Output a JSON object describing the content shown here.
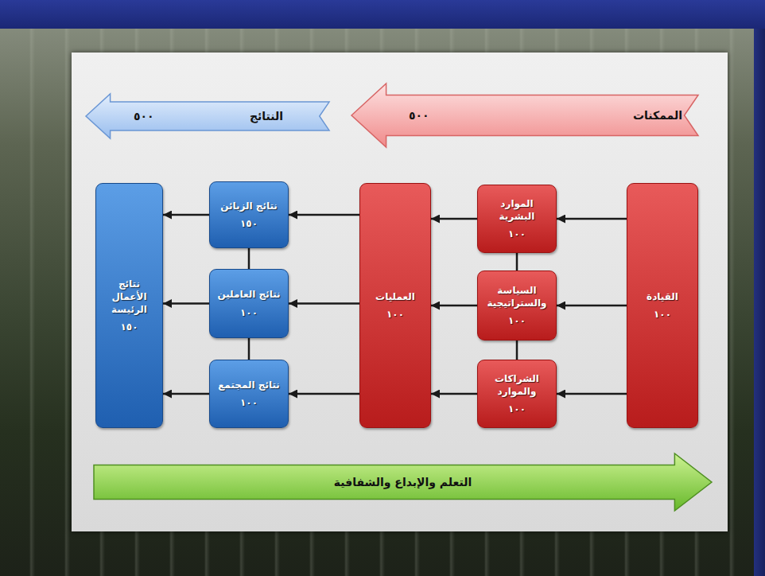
{
  "diagram": {
    "nodes": [
      {
        "text": [
          "الممكنات",
          "٥٠٠"
        ]
      },
      {
        "text": [
          "النتائج",
          "٥٠٠"
        ]
      },
      {
        "text": [
          "القيادة",
          "١٠٠"
        ]
      },
      {
        "text": [
          "الموارد البشرية",
          "١٠٠"
        ]
      },
      {
        "text": [
          "السياسة والستراتيجية",
          "١٠٠"
        ]
      },
      {
        "text": [
          "الشراكات والموارد",
          "١٠٠"
        ]
      },
      {
        "text": [
          "العمليات",
          "١٠٠"
        ]
      },
      {
        "text": [
          "نتائج الزبائن",
          "١٥٠"
        ]
      },
      {
        "text": [
          "نتائج العاملين",
          "١٠٠"
        ]
      },
      {
        "text": [
          "نتائج المجتمع",
          "١٠٠"
        ]
      },
      {
        "text": [
          "نتائج الأعمال الرئيسة",
          "١٥٠"
        ]
      },
      {
        "text": [
          "التعلم والإبداع والشفافية"
        ]
      }
    ],
    "edges": [
      {
        "from": 2,
        "to": 3,
        "arrow": "to"
      },
      {
        "from": 2,
        "to": 4,
        "arrow": "to"
      },
      {
        "from": 2,
        "to": 5,
        "arrow": "to"
      },
      {
        "from": 3,
        "to": 4,
        "arrow": "none"
      },
      {
        "from": 4,
        "to": 5,
        "arrow": "none"
      },
      {
        "from": 3,
        "to": 6,
        "arrow": "to"
      },
      {
        "from": 4,
        "to": 6,
        "arrow": "to"
      },
      {
        "from": 5,
        "to": 6,
        "arrow": "to"
      },
      {
        "from": 6,
        "to": 7,
        "arrow": "to"
      },
      {
        "from": 6,
        "to": 8,
        "arrow": "to"
      },
      {
        "from": 6,
        "to": 9,
        "arrow": "to"
      },
      {
        "from": 7,
        "to": 8,
        "arrow": "none"
      },
      {
        "from": 8,
        "to": 9,
        "arrow": "none"
      },
      {
        "from": 7,
        "to": 10,
        "arrow": "to"
      },
      {
        "from": 8,
        "to": 10,
        "arrow": "to"
      },
      {
        "from": 9,
        "to": 10,
        "arrow": "to"
      }
    ]
  }
}
